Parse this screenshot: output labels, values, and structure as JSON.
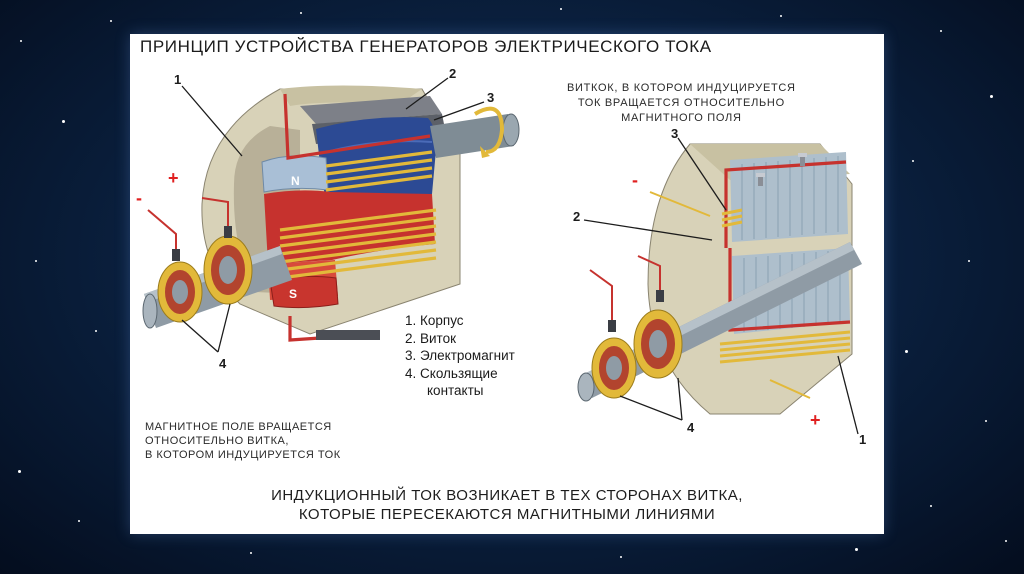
{
  "title": "ПРИНЦИП УСТРОЙСТВА ГЕНЕРАТОРОВ ЭЛЕКТРИЧЕСКОГО ТОКА",
  "right_caption": "ВИТКОК, В КОТОРОМ ИНДУЦИРУЕТСЯ\nТОК ВРАЩАЕТСЯ ОТНОСИТЕЛЬНО\nМАГНИТНОГО ПОЛЯ",
  "left_caption": "МАГНИТНОЕ ПОЛЕ ВРАЩАЕТСЯ\nОТНОСИТЕЛЬНО ВИТКА,\nВ КОТОРОМ ИНДУЦИРУЕТСЯ ТОК",
  "legend": {
    "item1": "1. Корпус",
    "item2": "2. Виток",
    "item3": "3. Электромагнит",
    "item4a": "4. Скользящие",
    "item4b": "контакты"
  },
  "footer": "ИНДУКЦИОННЫЙ ТОК ВОЗНИКАЕТ В ТЕХ СТОРОНАХ ВИТКА,\nКОТОРЫЕ ПЕРЕСЕКАЮТСЯ МАГНИТНЫМИ ЛИНИЯМИ",
  "left_diagram": {
    "labels": [
      "1",
      "2",
      "3",
      "4"
    ],
    "pole_north": "N",
    "pole_south": "S",
    "plus": "+",
    "minus": "-"
  },
  "right_diagram": {
    "labels": [
      "1",
      "2",
      "3",
      "4"
    ],
    "plus": "+",
    "minus": "-"
  }
}
